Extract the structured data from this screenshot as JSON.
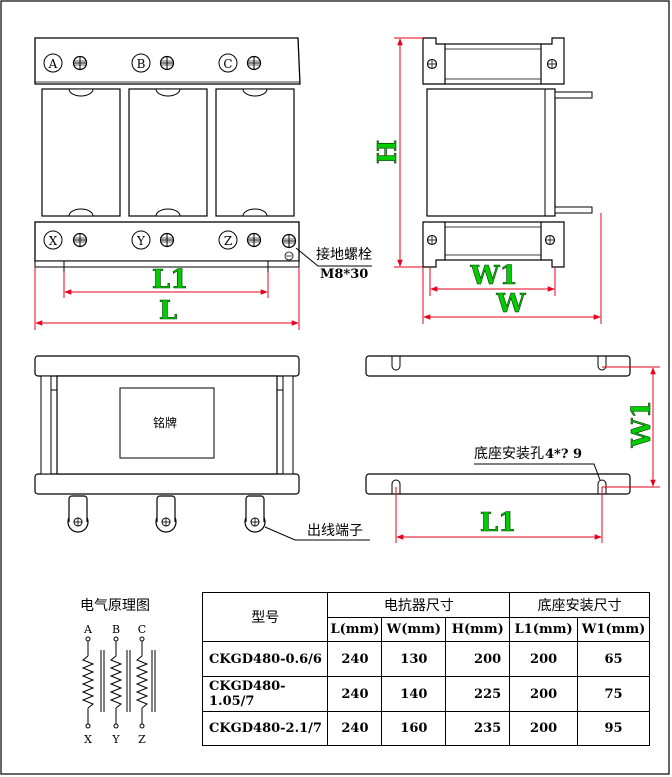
{
  "front_view": {
    "top_terminals": [
      "A",
      "B",
      "C"
    ],
    "bottom_terminals": [
      "X",
      "Y",
      "Z"
    ],
    "ground_label": "接地螺栓",
    "ground_spec": "M8*30",
    "dim_l1": "L1",
    "dim_l": "L"
  },
  "side_view": {
    "dim_h": "H",
    "dim_w1": "W1",
    "dim_w": "W"
  },
  "top_view": {
    "nameplate": "铭牌",
    "terminal_label": "出线端子"
  },
  "base_view": {
    "dim_w1": "W1",
    "dim_l1": "L1",
    "hole_label": "底座安装孔",
    "hole_spec": "4*? 9"
  },
  "schematic": {
    "title": "电气原理图",
    "top_labels": [
      "A",
      "B",
      "C"
    ],
    "bottom_labels": [
      "X",
      "Y",
      "Z"
    ]
  },
  "table": {
    "model_header": "型号",
    "group1": "电抗器尺寸",
    "group2": "底座安装尺寸",
    "sub_headers": [
      "L(mm)",
      "W(mm)",
      "H(mm)",
      "L1(mm)",
      "W1(mm)"
    ],
    "rows": [
      {
        "model": "CKGD480-0.6/6",
        "L": "240",
        "W": "130",
        "H": "200",
        "L1": "200",
        "W1": "65"
      },
      {
        "model": "CKGD480-1.05/7",
        "L": "240",
        "W": "140",
        "H": "225",
        "L1": "200",
        "W1": "75"
      },
      {
        "model": "CKGD480-2.1/7",
        "L": "240",
        "W": "160",
        "H": "235",
        "L1": "200",
        "W1": "95"
      }
    ]
  },
  "colors": {
    "dimension_line": "#e8001c",
    "dimension_text": "#00cc00",
    "outline": "#000000"
  }
}
